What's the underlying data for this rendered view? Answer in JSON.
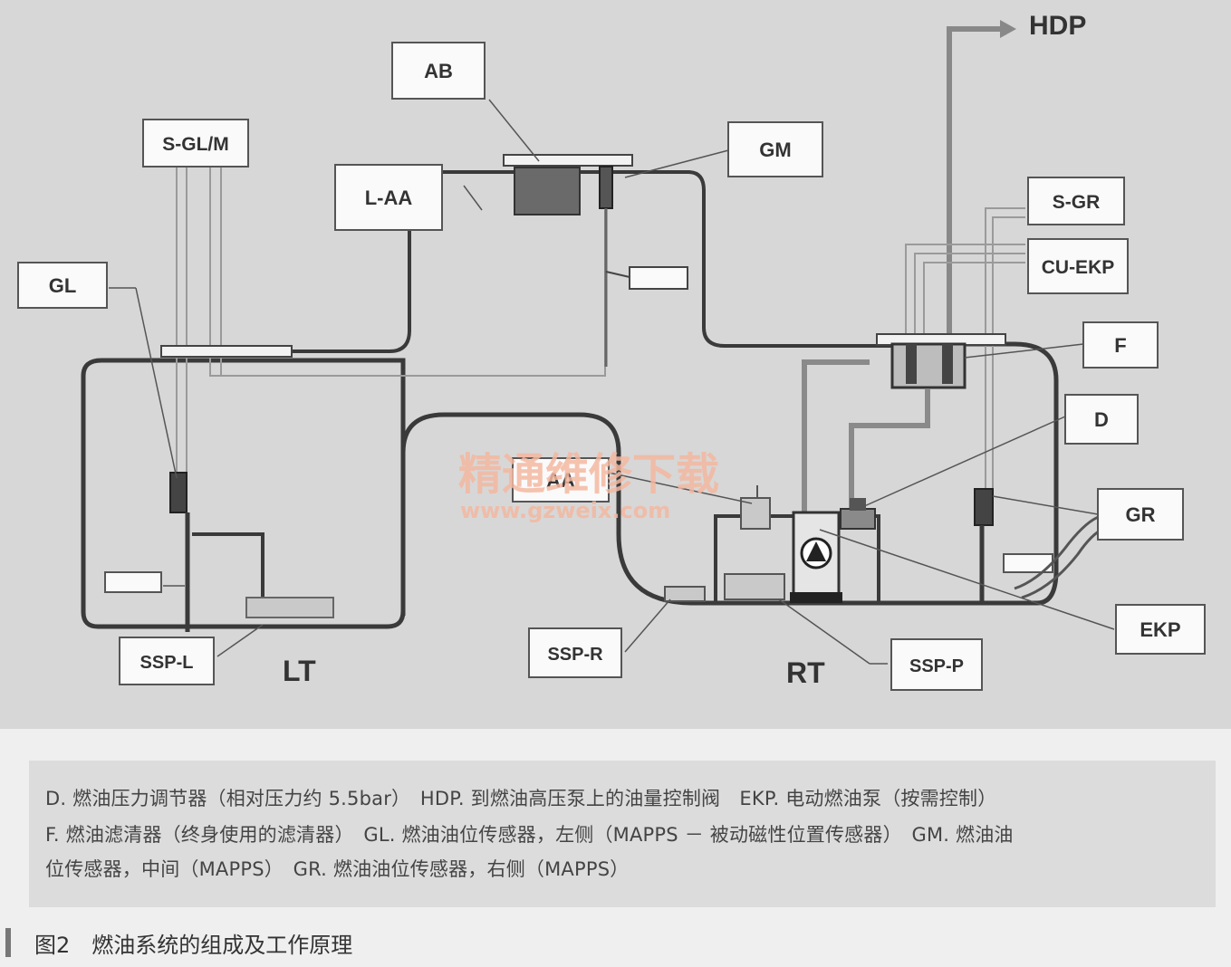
{
  "labels": {
    "ab": "AB",
    "sglm": "S-GL/M",
    "laa": "L-AA",
    "gm": "GM",
    "gl": "GL",
    "hdp": "HDP",
    "sgr": "S-GR",
    "cuekp": "CU-EKP",
    "f": "F",
    "d": "D",
    "aa": "AA",
    "gr": "GR",
    "ekp": "EKP",
    "sspl": "SSP-L",
    "lt": "LT",
    "sspr": "SSP-R",
    "rt": "RT",
    "sspp": "SSP-P"
  },
  "watermark": {
    "title": "精通维修下载",
    "url": "www.gzweix.com"
  },
  "legend": {
    "line1": "D. 燃油压力调节器（相对压力约 5.5bar）　HDP. 到燃油高压泵上的油量控制阀　EKP. 电动燃油泵（按需控制）",
    "line2": "F. 燃油滤清器（终身使用的滤清器）　GL. 燃油油位传感器，左侧（MAPPS － 被动磁性位置传感器）　GM. 燃油油",
    "line3": "位传感器，中间（MAPPS）　GR. 燃油油位传感器，右侧（MAPPS）"
  },
  "caption": "图2　燃油系统的组成及工作原理",
  "colors": {
    "panel": "#d7d7d7",
    "line": "#3a3a3a",
    "watermark": "#f3b7a0"
  }
}
